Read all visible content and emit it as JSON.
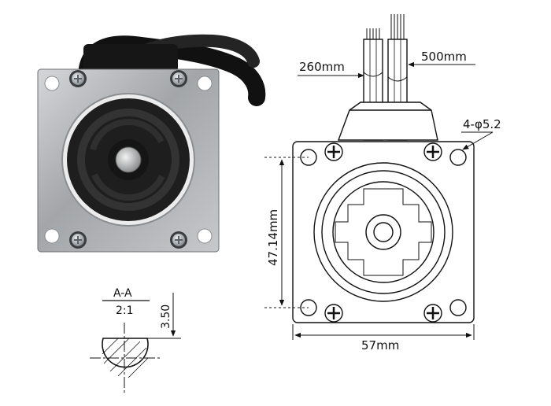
{
  "drawing": {
    "cable_a_length": "260mm",
    "cable_b_length": "500mm",
    "hole_spec": "4-φ5.2",
    "hole_spacing": "47.14mm",
    "frame_width": "57mm",
    "section_label": "A-A",
    "section_scale": "2:1",
    "flat_depth": "3.50"
  },
  "colors": {
    "line": "#111111",
    "frame_metal": "#a7a9ab",
    "rubber": "#1c1c1c",
    "screw": "#c9ced3"
  },
  "icons": [
    "motor-photo",
    "screw-icon",
    "shaft-icon"
  ]
}
